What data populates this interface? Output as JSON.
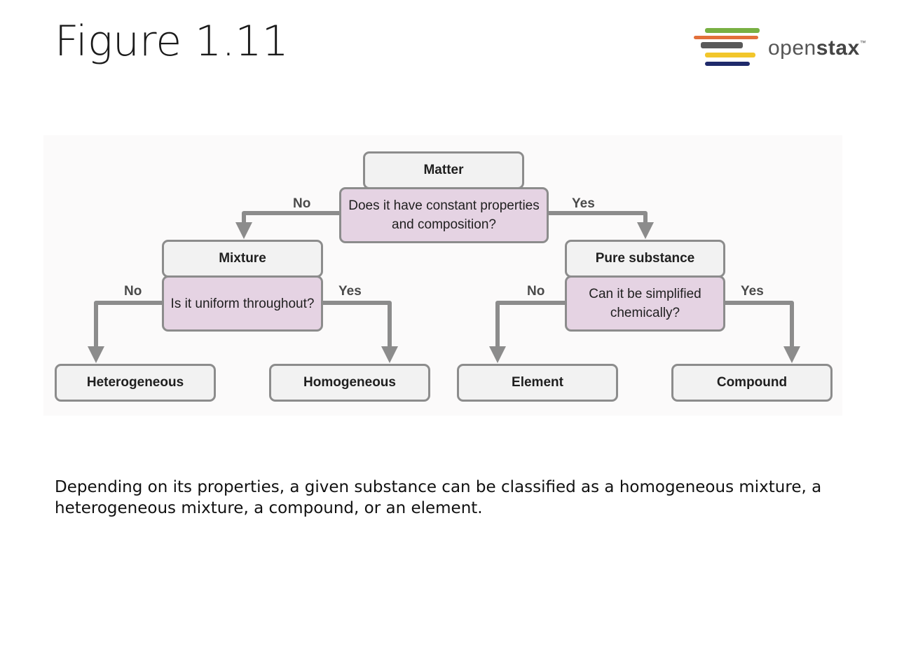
{
  "slide": {
    "title": "Figure 1.11",
    "caption": "Depending on its properties, a given substance can be classified as a homogeneous mixture, a heterogeneous mixture, a compound, or an element."
  },
  "logo": {
    "word_light": "open",
    "word_bold": "stax",
    "tm": "™",
    "stripe_colors": [
      "#78b043",
      "#e2703a",
      "#595959",
      "#f2c62b",
      "#1f2a6b"
    ]
  },
  "diagram": {
    "root": "Matter",
    "root_question": "Does it have constant properties and composition?",
    "left": {
      "label": "Mixture",
      "question": "Is it uniform throughout?",
      "no_leaf": "Heterogeneous",
      "yes_leaf": "Homogeneous"
    },
    "right": {
      "label": "Pure substance",
      "question": "Can it be simplified chemically?",
      "no_leaf": "Element",
      "yes_leaf": "Compound"
    },
    "no_label": "No",
    "yes_label": "Yes",
    "colors": {
      "box_fill": "#f2f2f2",
      "question_fill": "#e5d3e3",
      "border": "#8c8c8c",
      "connector": "#8c8c8c"
    }
  }
}
